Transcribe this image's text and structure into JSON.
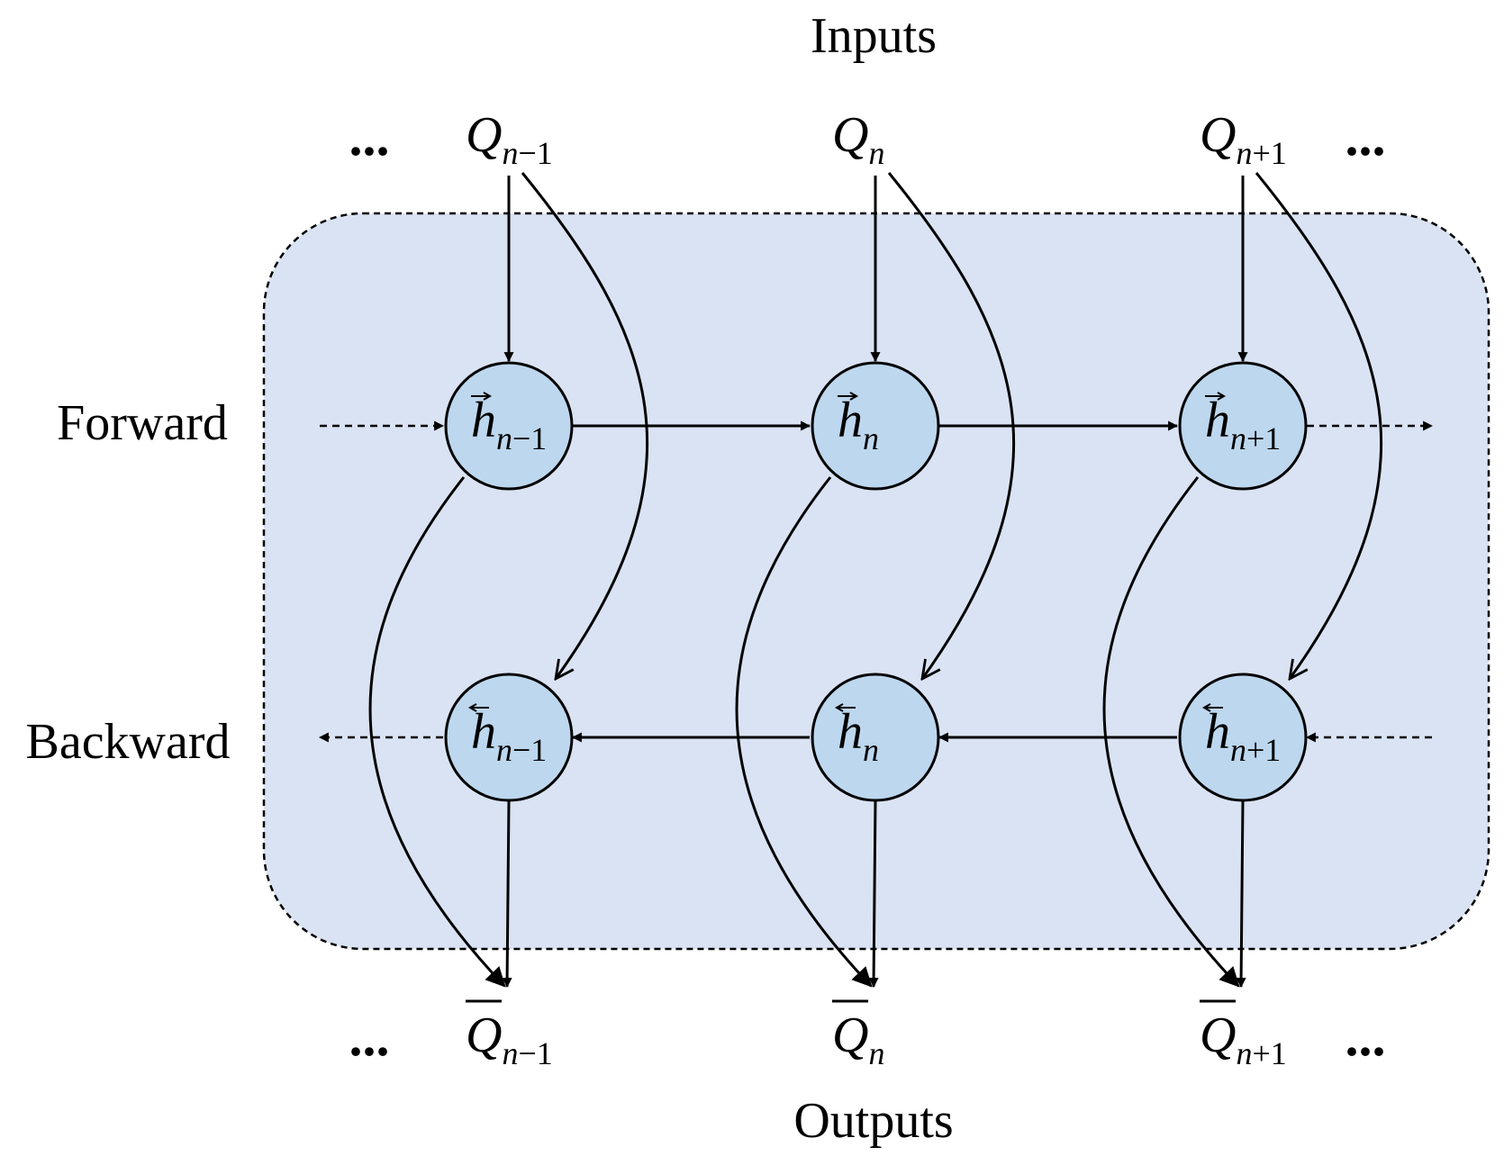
{
  "labels": {
    "inputs": "Inputs",
    "outputs": "Outputs",
    "forward": "Forward",
    "backward": "Backward",
    "ellipsis": "..."
  },
  "inputs": [
    {
      "symbol": "Q",
      "sub_var": "n",
      "sub_op": "−1"
    },
    {
      "symbol": "Q",
      "sub_var": "n",
      "sub_op": ""
    },
    {
      "symbol": "Q",
      "sub_var": "n",
      "sub_op": "+1"
    }
  ],
  "forward_nodes": [
    {
      "symbol": "h",
      "sub_var": "n",
      "sub_op": "−1",
      "arrow": "right"
    },
    {
      "symbol": "h",
      "sub_var": "n",
      "sub_op": "",
      "arrow": "right"
    },
    {
      "symbol": "h",
      "sub_var": "n",
      "sub_op": "+1",
      "arrow": "right"
    }
  ],
  "backward_nodes": [
    {
      "symbol": "h",
      "sub_var": "n",
      "sub_op": "−1",
      "arrow": "left"
    },
    {
      "symbol": "h",
      "sub_var": "n",
      "sub_op": "",
      "arrow": "left"
    },
    {
      "symbol": "h",
      "sub_var": "n",
      "sub_op": "+1",
      "arrow": "left"
    }
  ],
  "outputs": [
    {
      "symbol": "Q",
      "sub_var": "n",
      "sub_op": "−1",
      "bar": true
    },
    {
      "symbol": "Q",
      "sub_var": "n",
      "sub_op": "",
      "bar": true
    },
    {
      "symbol": "Q",
      "sub_var": "n",
      "sub_op": "+1",
      "bar": true
    }
  ],
  "colors": {
    "panel_fill": "#dae3f3",
    "node_fill": "#bdd7ee",
    "stroke": "#000000"
  }
}
